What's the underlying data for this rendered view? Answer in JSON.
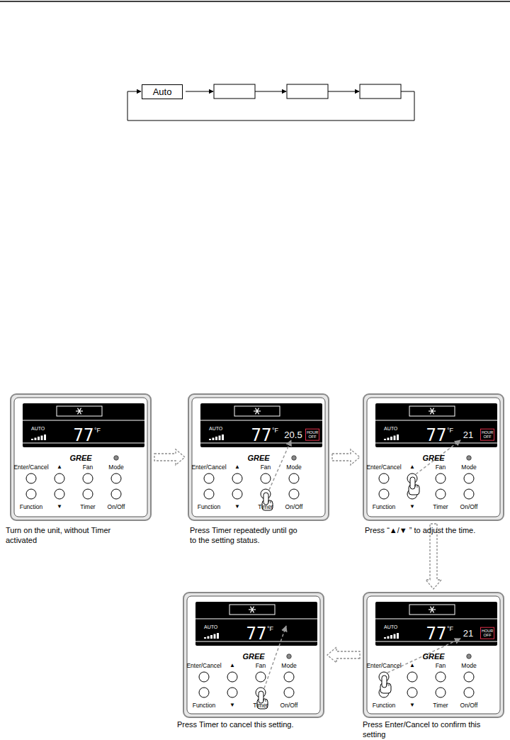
{
  "diagram": {
    "nodes": [
      {
        "text": [
          "Auto"
        ]
      },
      {
        "text": [
          "AUTO",
          "77",
          "°F",
          "GREE",
          "Enter/Cancel",
          "▲",
          "Fan",
          "Mode",
          "Function",
          "▼",
          "Timer",
          "On/Off"
        ]
      },
      {
        "text": [
          "AUTO",
          "77",
          "°F",
          "GREE",
          "Enter/Cancel",
          "▲",
          "Fan",
          "Mode",
          "Function",
          "▼",
          "Timer",
          "On/Off",
          "20.5",
          "HOUR OFF"
        ]
      },
      {
        "text": [
          "AUTO",
          "77",
          "°F",
          "GREE",
          "Enter/Cancel",
          "▲",
          "Fan",
          "Mode",
          "Function",
          "▼",
          "Timer",
          "On/Off",
          "21",
          "HOUR OFF"
        ]
      },
      {
        "text": [
          "AUTO",
          "77",
          "°F",
          "GREE",
          "Enter/Cancel",
          "▲",
          "Fan",
          "Mode",
          "Function",
          "▼",
          "Timer",
          "On/Off"
        ]
      },
      {
        "text": [
          "AUTO",
          "77",
          "°F",
          "GREE",
          "Enter/Cancel",
          "▲",
          "Fan",
          "Mode",
          "Function",
          "▼",
          "Timer",
          "On/Off",
          "21",
          "HOUR OFF"
        ]
      }
    ],
    "edges": [
      {
        "from": 1,
        "to": 2,
        "arrow": "to"
      },
      {
        "from": 2,
        "to": 3,
        "arrow": "to"
      },
      {
        "from": 3,
        "to": 5,
        "arrow": "to"
      },
      {
        "from": 5,
        "to": 4,
        "arrow": "to"
      }
    ],
    "labels": [
      "Turn on the unit, without Timer activated",
      "Press Timer repeatedly until go to the setting status.",
      "Press “▲/▼ ”  to adjust the time.",
      "Press Timer to cancel this setting.",
      "Press Enter/Cancel to confirm this setting"
    ]
  }
}
